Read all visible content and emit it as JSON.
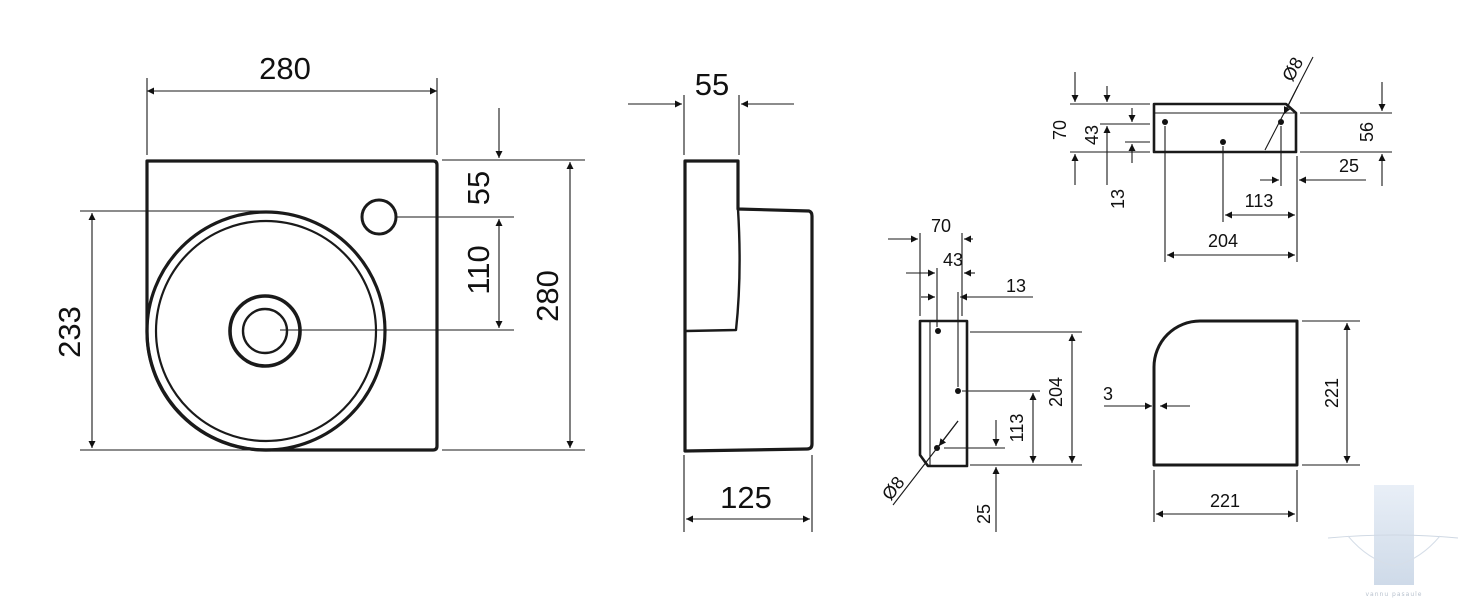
{
  "basin_front": {
    "width": "280",
    "height": "280",
    "bowl_center": "233",
    "tap_offset": "55",
    "tap_to_drain": "110"
  },
  "basin_side": {
    "top": "55",
    "depth": "125"
  },
  "cabinet_side": {
    "d70": "70",
    "d43": "43",
    "d13": "13",
    "h204": "204",
    "h113": "113",
    "h25": "25",
    "hole": "Ø8"
  },
  "cabinet_top": {
    "d70": "70",
    "d43": "43",
    "d13": "13",
    "d56": "56",
    "d25": "25",
    "w113": "113",
    "w204": "204",
    "hole": "Ø8"
  },
  "cabinet_front": {
    "width": "221",
    "height": "221",
    "gap": "3"
  },
  "watermark": {
    "text": "vannu pasaule"
  }
}
